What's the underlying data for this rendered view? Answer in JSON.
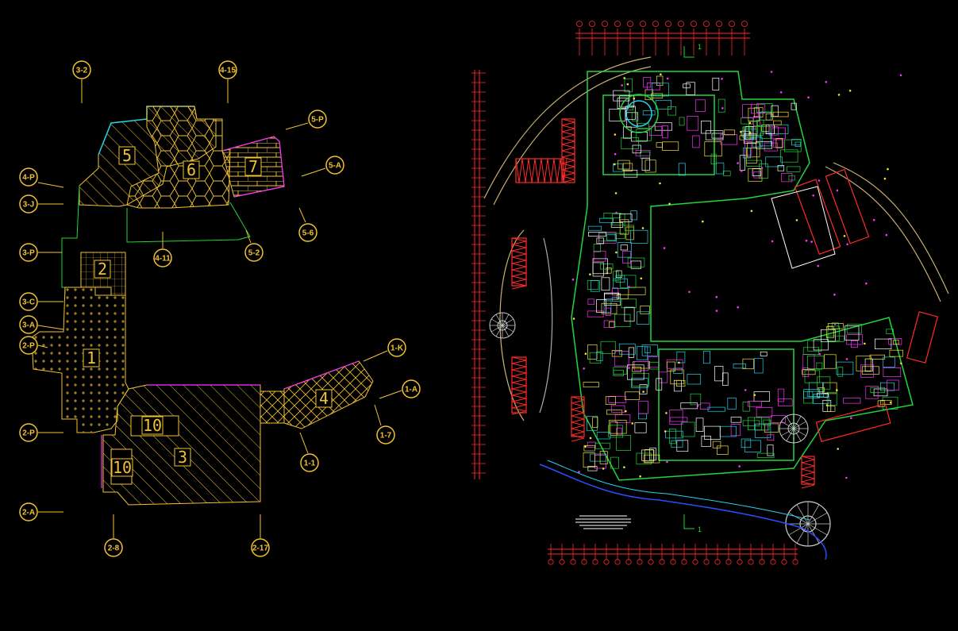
{
  "key_plan": {
    "grid_bubbles": [
      "3-2",
      "4-15",
      "5-P",
      "5-A",
      "4-P",
      "3-J",
      "5-6",
      "4-11",
      "5-2",
      "3-P",
      "3-C",
      "3-A",
      "2-P",
      "1-K",
      "1-A",
      "1-7",
      "1-1",
      "2-P",
      "2-A",
      "2-8",
      "2-17"
    ],
    "zones": [
      "5",
      "6",
      "7",
      "2",
      "1",
      "4",
      "10",
      "3",
      "10"
    ]
  },
  "site_plan": {
    "section_marks": [
      "1",
      "1"
    ],
    "colors": {
      "grid_red": "#ff2a2a",
      "wall_green": "#22d63a",
      "accent_magenta": "#ff33ff",
      "cyan": "#22d3e8",
      "yellow": "#f2e23a",
      "road_tan": "#c8b070",
      "river_blue": "#2b4dff"
    }
  }
}
